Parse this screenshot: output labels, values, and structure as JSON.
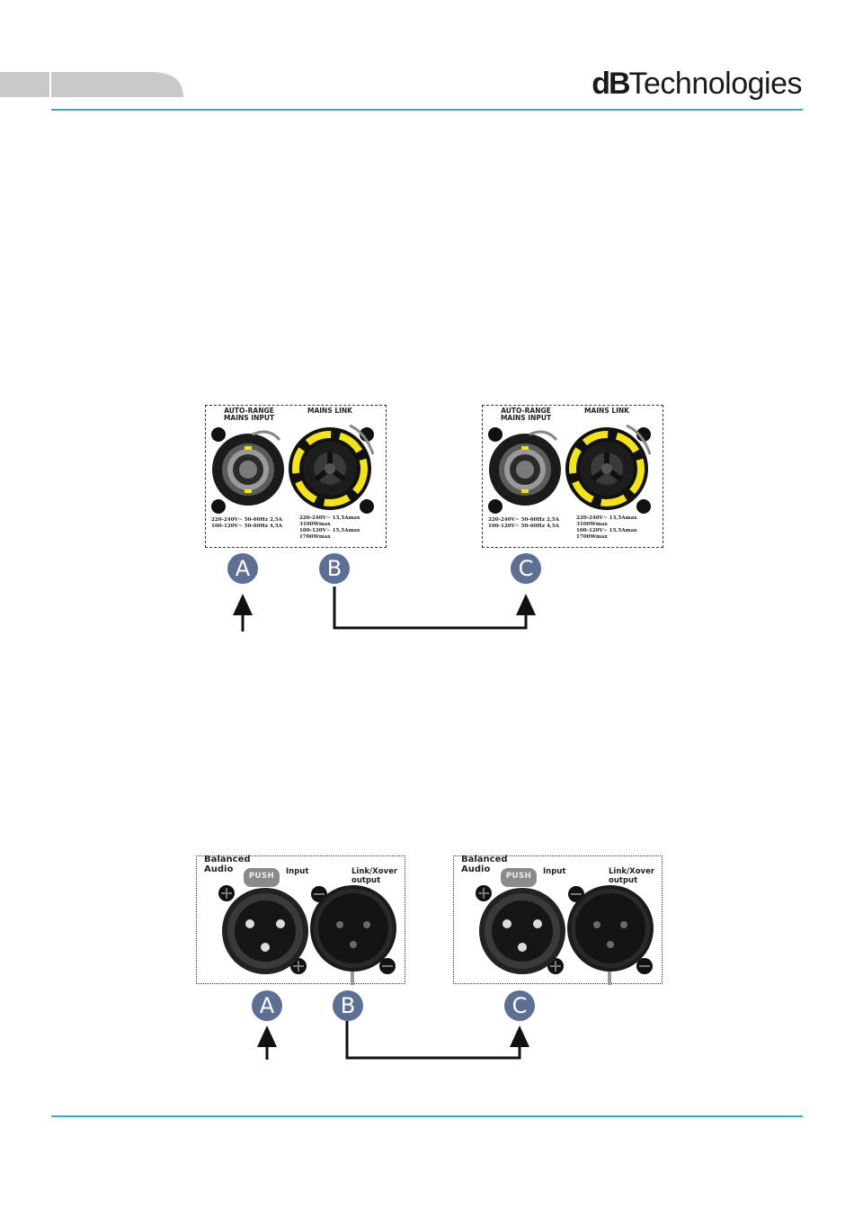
{
  "header": {
    "logo_bold": "dB",
    "logo_rest": "Technologies"
  },
  "power_diagram": {
    "panel_left": {
      "input_label": "AUTO-RANGE\nMAINS INPUT",
      "link_label": "MAINS LINK",
      "input_spec": "220-240V~ 50-60Hz 2,5A\n100-120V~ 50-60Hz 4,5A",
      "link_spec": "220-240V~ 13,5Amax\n3100Wmax\n100-120V~ 15,5Amax\n1700Wmax"
    },
    "panel_right": {
      "input_label": "AUTO-RANGE\nMAINS INPUT",
      "link_label": "MAINS LINK",
      "input_spec": "220-240V~ 50-60Hz 2,5A\n100-120V~ 50-60Hz 4,5A",
      "link_spec": "220-240V~ 13,5Amax\n3100Wmax\n100-120V~ 15,5Amax\n1700Wmax"
    },
    "badges": [
      "A",
      "B",
      "C"
    ]
  },
  "audio_diagram": {
    "panel_left": {
      "title": "Balanced\nAudio",
      "push_label": "PUSH",
      "input_label": "Input",
      "output_label": "Link/Xover\noutput"
    },
    "panel_right": {
      "title": "Balanced\nAudio",
      "push_label": "PUSH",
      "input_label": "Input",
      "output_label": "Link/Xover\noutput"
    },
    "badges": [
      "A",
      "B",
      "C"
    ]
  },
  "colors": {
    "accent_line": "#3aa6c8",
    "badge": "#5d6f93",
    "connector_yellow": "#f4e21a",
    "header_tab": "#c9c9c9"
  }
}
